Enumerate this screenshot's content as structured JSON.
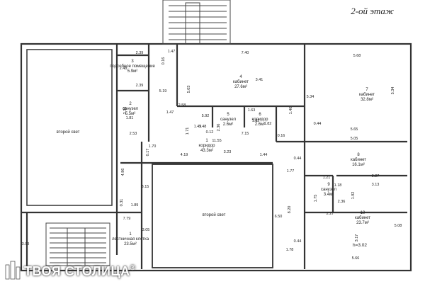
{
  "floor_title": "2-ой этаж",
  "ceiling_height": "h=3.02",
  "watermark": {
    "text": "ТВОЯ СТОЛИЦА",
    "mark": "®"
  },
  "rooms": [
    {
      "id": "r1",
      "number": "1",
      "name": "лестничная клетка",
      "area": "23.5м²"
    },
    {
      "id": "r1b",
      "number": "1",
      "name": "коридор",
      "area": "43.3м²"
    },
    {
      "id": "r2",
      "number": "2",
      "name": "санузел",
      "area": "5.5м²"
    },
    {
      "id": "r3",
      "number": "3",
      "name": "подсобное помещение",
      "area": "5.9м²"
    },
    {
      "id": "r4",
      "number": "4",
      "name": "кабинет",
      "area": "27.6м²"
    },
    {
      "id": "r5",
      "number": "5",
      "name": "санузел",
      "area": "2.6м²"
    },
    {
      "id": "r6",
      "number": "6",
      "name": "коридор",
      "area": "2.6м²"
    },
    {
      "id": "r7",
      "number": "7",
      "name": "кабинет",
      "area": "32.8м²"
    },
    {
      "id": "r8",
      "number": "8",
      "name": "кабинет",
      "area": "16.1м²"
    },
    {
      "id": "r9",
      "number": "9",
      "name": "санузел",
      "area": "3.4м²"
    },
    {
      "id": "r10",
      "number": "10",
      "name": "кабинет",
      "area": "23.7м²"
    }
  ],
  "voids": {
    "left": "второй свет",
    "center": "второй свет"
  },
  "dimensions": [
    "2.39",
    "1.47",
    "7.40",
    "5.68",
    "0.16",
    "2.48",
    "2.39",
    "3.41",
    "5.03",
    "5.19",
    "2.36",
    "5.34",
    "5.34",
    "2.53",
    "1.47",
    "2.58",
    "5.92",
    "1.63",
    "1.46",
    "1.81",
    "2.36",
    "1.82",
    "1.82",
    "1.48",
    "0.44",
    "1.49",
    "1.71",
    "0.12",
    "7.15",
    "0.16",
    "5.65",
    "1.70",
    "0.17",
    "5.05",
    "11.55",
    "4.19",
    "3.23",
    "1.44",
    "0.44",
    "1.21",
    "3.27",
    "1.77",
    "1.18",
    "3.13",
    "4.86",
    "3.15",
    "1.75",
    "2.36",
    "1.92",
    "1.89",
    "8.20",
    "6.50",
    "0.31",
    "2.27",
    "7.79",
    "5.08",
    "3.17",
    "3.05",
    "1.78",
    "0.44",
    "5.66",
    "3.03"
  ]
}
